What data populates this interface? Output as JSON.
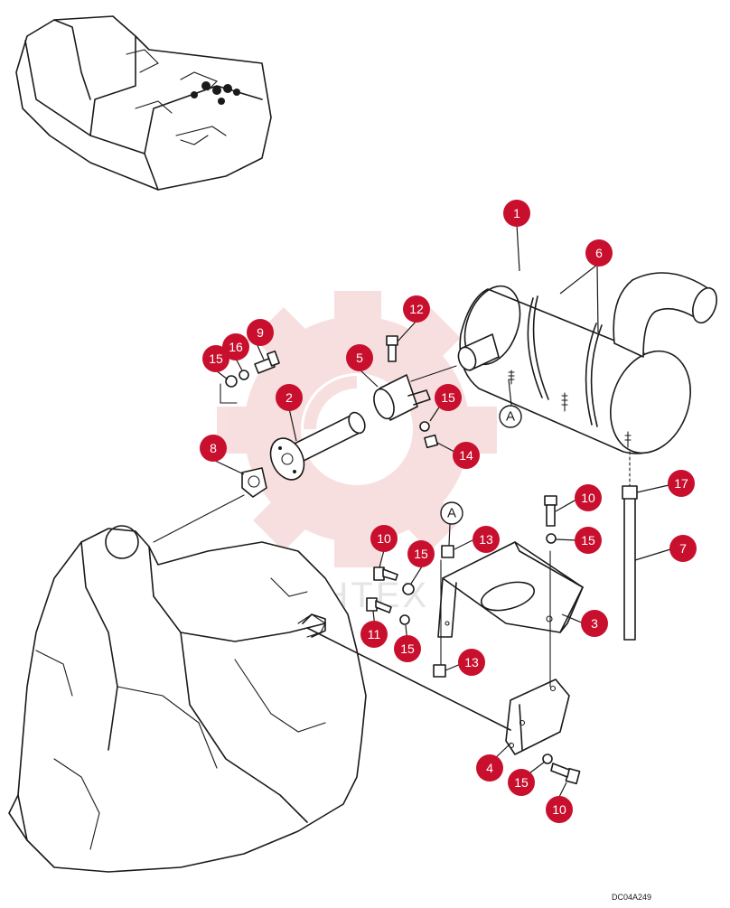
{
  "drawing_code": "DC04A249",
  "watermark_text": "ИНТЕХ",
  "reference_label": "A",
  "colors": {
    "callout": "#c8102e",
    "callout_text": "#ffffff",
    "ink": "#1a1a1a",
    "watermark": "#f3c6c6"
  },
  "callouts": [
    "1",
    "2",
    "3",
    "4",
    "5",
    "6",
    "7",
    "8",
    "9",
    "10",
    "10",
    "10",
    "11",
    "12",
    "13",
    "13",
    "14",
    "15",
    "15",
    "15",
    "15",
    "15",
    "15",
    "16",
    "17"
  ],
  "components": [
    "machine-overview-sketch",
    "engine-outline",
    "muffler",
    "exhaust-pipe",
    "muffler-bracket",
    "support-bracket",
    "clamp",
    "gasket",
    "tail-pipe",
    "bolts",
    "nuts",
    "washers"
  ]
}
